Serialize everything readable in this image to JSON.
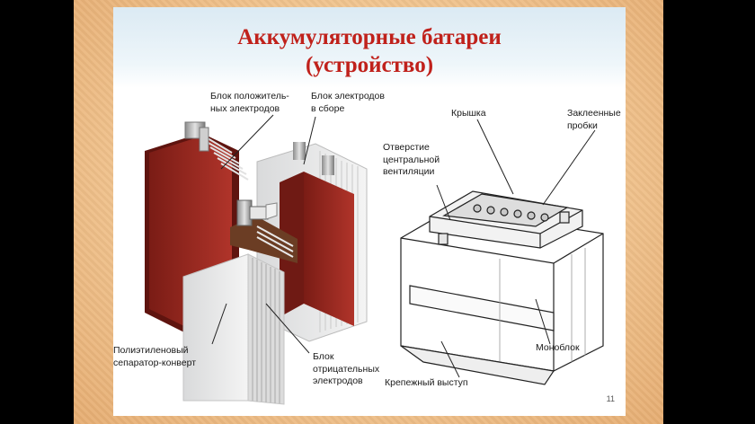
{
  "slide": {
    "title_line1": "Аккумуляторные батареи",
    "title_line2": "(устройство)",
    "page_number": "11"
  },
  "left_diagram": {
    "label_positive_block": "Блок положитель-\nных электродов",
    "label_assembly": "Блок электродов\nв сборе",
    "label_separator": "Полиэтиленовый\nсепаратор-конверт",
    "label_negative_block": "Блок\nотрицательных\nэлектродов"
  },
  "right_diagram": {
    "label_lid": "Крышка",
    "label_plugs": "Заклеенные\nпробки",
    "label_vent": "Отверстие\nцентральной\nвентиляции",
    "label_monoblock": "Моноблок",
    "label_mount": "Крепежный выступ"
  },
  "colors": {
    "title": "#c0211b",
    "positive_plate": "#9c2a22",
    "frame": "#f0b47a"
  }
}
